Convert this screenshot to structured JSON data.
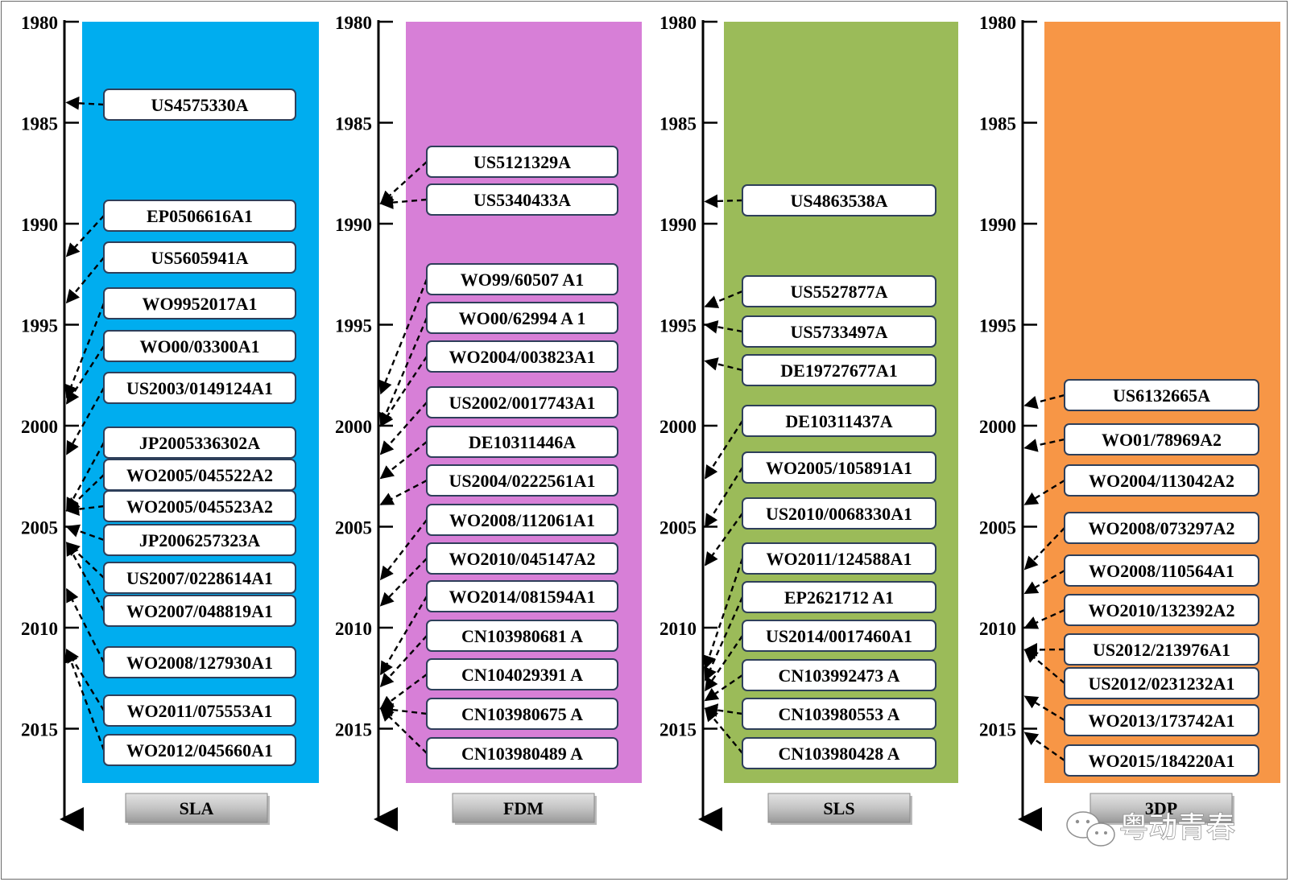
{
  "year_ticks": [
    "1980",
    "1985",
    "1990",
    "1995",
    "2000",
    "2005",
    "2010",
    "2015"
  ],
  "columns": [
    {
      "label": "SLA",
      "color": "#00adef",
      "patents": [
        {
          "text": "US4575330A",
          "year": 1984
        },
        {
          "text": "EP0506616A1",
          "year": 1991.6
        },
        {
          "text": "US5605941A",
          "year": 1993.9
        },
        {
          "text": "WO9952017A1",
          "year": 1998.6
        },
        {
          "text": "WO00/03300A1",
          "year": 1998.9
        },
        {
          "text": "US2003/0149124A1",
          "year": 2001.4
        },
        {
          "text": "JP2005336302A",
          "year": 2004.2
        },
        {
          "text": "WO2005/045522A2",
          "year": 2004.2
        },
        {
          "text": "WO2005/045523A2",
          "year": 2004.2
        },
        {
          "text": "JP2006257323A",
          "year": 2005
        },
        {
          "text": "US2007/0228614A1",
          "year": 2005.8
        },
        {
          "text": "WO2007/048819A1",
          "year": 2005.8
        },
        {
          "text": "WO2008/127930A1",
          "year": 2008.1
        },
        {
          "text": "WO2011/075553A1",
          "year": 2011.1
        },
        {
          "text": "WO2012/045660A1",
          "year": 2011.1
        }
      ]
    },
    {
      "label": "FDM",
      "color": "#d77fd7",
      "patents": [
        {
          "text": "US5121329A",
          "year": 1989
        },
        {
          "text": "US5340433A",
          "year": 1989
        },
        {
          "text": "WO99/60507 A1",
          "year": 1998.4
        },
        {
          "text": "WO00/62994 A 1",
          "year": 2000
        },
        {
          "text": "WO2004/003823A1",
          "year": 2000
        },
        {
          "text": "US2002/0017743A1",
          "year": 2001.4
        },
        {
          "text": "DE10311446A",
          "year": 2002.6
        },
        {
          "text": "US2004/0222561A1",
          "year": 2003.9
        },
        {
          "text": "WO2008/112061A1",
          "year": 2007.6
        },
        {
          "text": "WO2010/045147A2",
          "year": 2008.9
        },
        {
          "text": "WO2014/081594A1",
          "year": 2012.3
        },
        {
          "text": "CN103980681 A",
          "year": 2012.9
        },
        {
          "text": "CN104029391 A",
          "year": 2014
        },
        {
          "text": "CN103980675 A",
          "year": 2014
        },
        {
          "text": "CN103980489 A",
          "year": 2014
        }
      ]
    },
    {
      "label": "SLS",
      "color": "#9bbb59",
      "patents": [
        {
          "text": "US4863538A",
          "year": 1988.9
        },
        {
          "text": "US5527877A",
          "year": 1994.1
        },
        {
          "text": "US5733497A",
          "year": 1995
        },
        {
          "text": "DE19727677A1",
          "year": 1996.8
        },
        {
          "text": "DE10311437A",
          "year": 2002.6
        },
        {
          "text": "WO2005/105891A1",
          "year": 2005
        },
        {
          "text": "US2010/0068330A1",
          "year": 2006.9
        },
        {
          "text": "WO2011/124588A1",
          "year": 2012
        },
        {
          "text": "EP2621712 A1",
          "year": 2012.6
        },
        {
          "text": "US2014/0017460A1",
          "year": 2013.1
        },
        {
          "text": "CN103992473 A",
          "year": 2013.6
        },
        {
          "text": "CN103980553 A",
          "year": 2014
        },
        {
          "text": "CN103980428 A",
          "year": 2014
        }
      ]
    },
    {
      "label": "3DP",
      "color": "#f79646",
      "patents": [
        {
          "text": "US6132665A",
          "year": 1999
        },
        {
          "text": "WO01/78969A2",
          "year": 2001.1
        },
        {
          "text": "WO2004/113042A2",
          "year": 2003.9
        },
        {
          "text": "WO2008/073297A2",
          "year": 2007.1
        },
        {
          "text": "WO2008/110564A1",
          "year": 2008.3
        },
        {
          "text": "WO2010/132392A2",
          "year": 2010
        },
        {
          "text": "US2012/213976A1",
          "year": 2011.1
        },
        {
          "text": "US2012/0231232A1",
          "year": 2011.1
        },
        {
          "text": "WO2013/173742A1",
          "year": 2013.4
        },
        {
          "text": "WO2015/184220A1",
          "year": 2015.2
        }
      ]
    }
  ],
  "watermark": "粤动青春"
}
